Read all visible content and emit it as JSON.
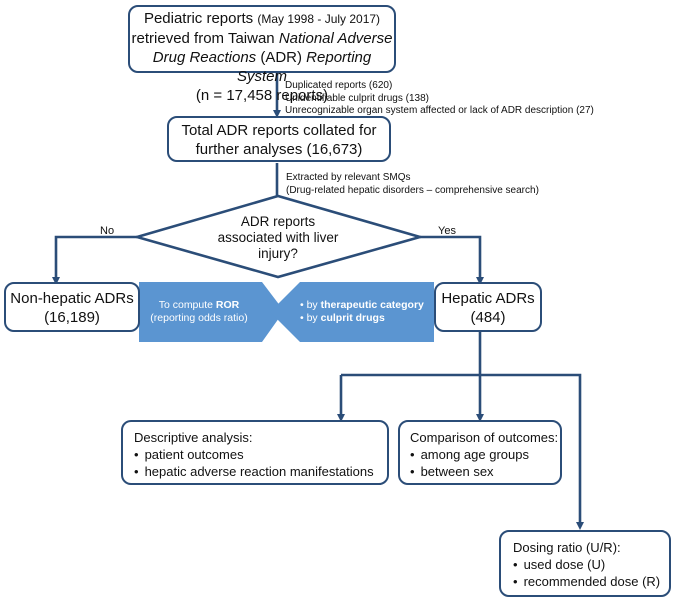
{
  "top_box": {
    "line1_a": "Pediatric reports",
    "line1_b": "(May 1998 - July 2017)",
    "line2_a": "retrieved from Taiwan ",
    "line2_b": "National Adverse",
    "line3_a": "Drug Reactions",
    "line3_b": " (ADR) ",
    "line3_c": "Reporting System",
    "line4": "(n = 17,458 reports)"
  },
  "exclusions": {
    "line1": "Duplicated reports (620)",
    "line2": "Unidentifiable culprit drugs (138)",
    "line3": "Unrecognizable organ system affected or lack of ADR description (27)"
  },
  "collated_box": {
    "line1": "Total ADR reports collated for",
    "line2": "further analyses (16,673)"
  },
  "extraction": {
    "line1": "Extracted by relevant SMQs",
    "line2": "(Drug-related hepatic disorders – comprehensive search)"
  },
  "decision": {
    "line1": "ADR reports",
    "line2": "associated with liver",
    "line3": "injury?",
    "no_label": "No",
    "yes_label": "Yes"
  },
  "non_hepatic": {
    "line1": "Non-hepatic ADRs",
    "line2": "(16,189)"
  },
  "hepatic": {
    "line1": "Hepatic ADRs",
    "line2": "(484)"
  },
  "left_arrow": {
    "line1_a": "To compute ",
    "line1_b": "ROR",
    "line2": "(reporting odds ratio)"
  },
  "right_arrow": {
    "line1_a": "• by ",
    "line1_b": "therapeutic category",
    "line2_a": "• by ",
    "line2_b": "culprit drugs"
  },
  "descriptive": {
    "title": "Descriptive analysis:",
    "items": [
      "patient outcomes",
      "hepatic adverse reaction manifestations"
    ]
  },
  "comparison": {
    "title": "Comparison of outcomes:",
    "items": [
      "among age groups",
      "between sex"
    ]
  },
  "dosing": {
    "title": "Dosing ratio (U/R):",
    "items": [
      "used dose (U)",
      "recommended dose (R)"
    ]
  },
  "colors": {
    "line": "#2b4d78",
    "arrow": "#5b95d1"
  }
}
